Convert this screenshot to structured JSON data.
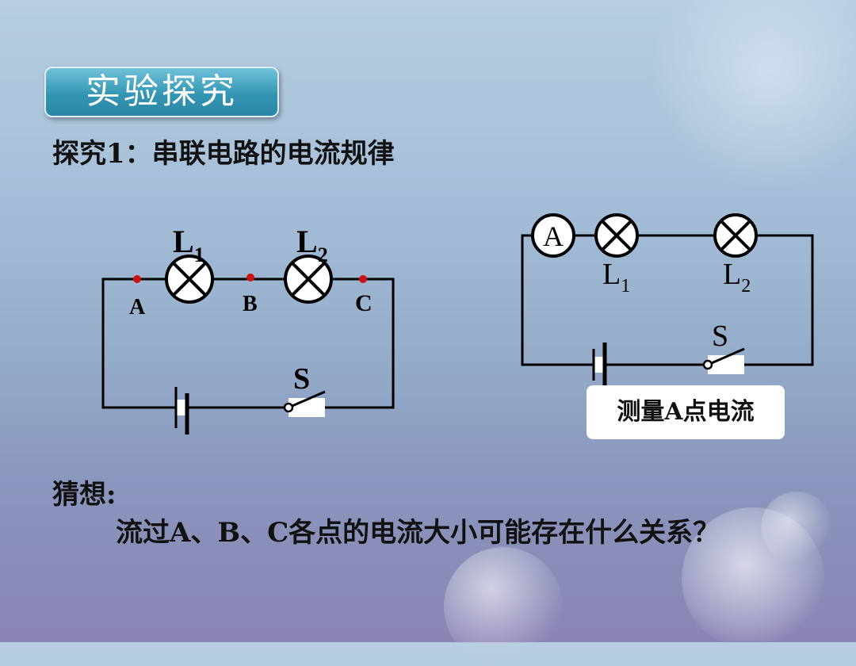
{
  "title": "实验探究",
  "heading": "探究1：串联电路的电流规律",
  "circuit1": {
    "lamp1_label": "L",
    "lamp1_sub": "1",
    "lamp2_label": "L",
    "lamp2_sub": "2",
    "point_a": "A",
    "point_b": "B",
    "point_c": "C",
    "switch_label": "S",
    "point_color": "#cc1111"
  },
  "circuit2": {
    "ammeter_label": "A",
    "lamp1_label": "L",
    "lamp1_sub": "1",
    "lamp2_label": "L",
    "lamp2_sub": "2",
    "switch_label": "S",
    "caption": "测量A点电流"
  },
  "guess": {
    "title": "猜想:",
    "text": "流过A、B、C各点的电流大小可能存在什么关系？"
  }
}
